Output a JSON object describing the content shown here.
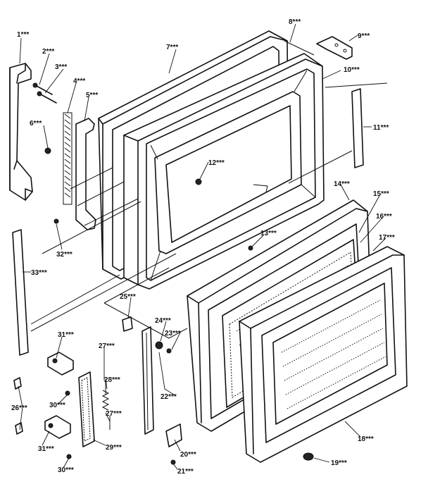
{
  "diagram": {
    "labels": [
      {
        "id": "1",
        "text": "1***"
      },
      {
        "id": "2",
        "text": "2***"
      },
      {
        "id": "3",
        "text": "3***"
      },
      {
        "id": "4",
        "text": "4***"
      },
      {
        "id": "5",
        "text": "5***"
      },
      {
        "id": "6",
        "text": "6***"
      },
      {
        "id": "7",
        "text": "7***"
      },
      {
        "id": "8",
        "text": "8***"
      },
      {
        "id": "9",
        "text": "9***"
      },
      {
        "id": "10",
        "text": "10***"
      },
      {
        "id": "11",
        "text": "11***"
      },
      {
        "id": "12",
        "text": "12***"
      },
      {
        "id": "13",
        "text": "13***"
      },
      {
        "id": "14",
        "text": "14***"
      },
      {
        "id": "15",
        "text": "15***"
      },
      {
        "id": "16",
        "text": "16***"
      },
      {
        "id": "17",
        "text": "17***"
      },
      {
        "id": "18",
        "text": "18***"
      },
      {
        "id": "19",
        "text": "19***"
      },
      {
        "id": "20",
        "text": "20***"
      },
      {
        "id": "21",
        "text": "21***"
      },
      {
        "id": "22",
        "text": "22***"
      },
      {
        "id": "23",
        "text": "23***"
      },
      {
        "id": "24",
        "text": "24***"
      },
      {
        "id": "25",
        "text": "25***"
      },
      {
        "id": "26",
        "text": "26***"
      },
      {
        "id": "27a",
        "text": "27***"
      },
      {
        "id": "27b",
        "text": "27***"
      },
      {
        "id": "28",
        "text": "28***"
      },
      {
        "id": "29",
        "text": "29***"
      },
      {
        "id": "30a",
        "text": "30***"
      },
      {
        "id": "30b",
        "text": "30***"
      },
      {
        "id": "31a",
        "text": "31***"
      },
      {
        "id": "31b",
        "text": "31***"
      },
      {
        "id": "32",
        "text": "32***"
      },
      {
        "id": "33",
        "text": "33***"
      }
    ]
  }
}
